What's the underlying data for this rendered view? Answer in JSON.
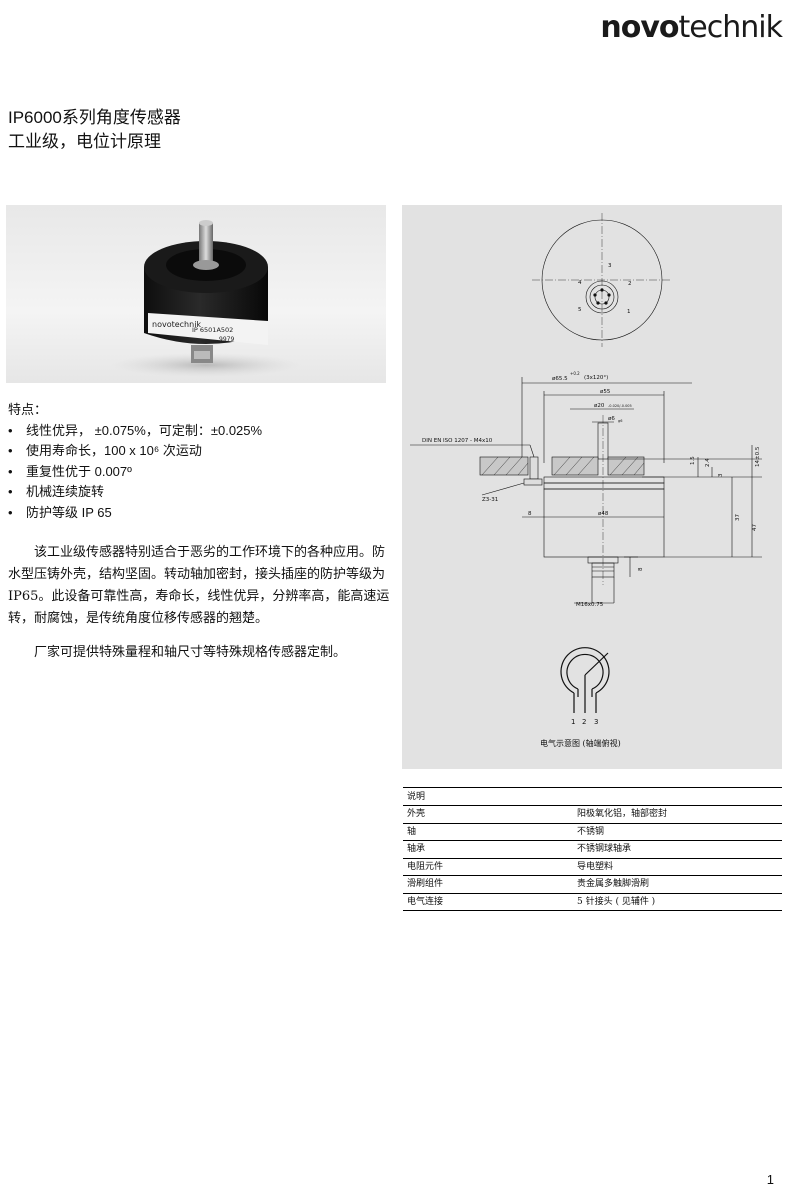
{
  "brand": {
    "bold": "novo",
    "light": "technik"
  },
  "title": {
    "line1": "IP6000系列角度传感器",
    "line2": "工业级，电位计原理"
  },
  "photo": {
    "label_text": "IP 6501A502",
    "label_serial": "9979",
    "brand_mark": "novotechnik"
  },
  "features": {
    "heading": "特点：",
    "items": [
      "线性优异， ±0.075%，可定制：±0.025%",
      "使用寿命长，100 x 10⁶ 次运动",
      "重复性优于 0.007º",
      "机械连续旋转",
      "防护等级 IP 65"
    ]
  },
  "description": {
    "para1": "该工业级传感器特别适合于恶劣的工作环境下的各种应用。防水型压铸外壳，结构坚固。转动轴加密封，接头插座的防护等级为 IP65。此设备可靠性高，寿命长，线性优异，分辨率高，能高速运转，耐腐蚀，是传统角度位移传感器的翘楚。",
    "para2": "厂家可提供特殊量程和轴尺寸等特殊规格传感器定制。"
  },
  "drawing": {
    "pins": [
      "1",
      "2",
      "3",
      "4",
      "5"
    ],
    "dims": {
      "d655": "ø65.5",
      "d655_tol": "+0.2",
      "angle": "(3x120°)",
      "d55": "ø55",
      "d20": "ø20",
      "d20_tol": "-0.020/-0.005",
      "d6": "ø6",
      "d6_tol": "g6",
      "din": "DIN EN ISO 1207 - M4x10",
      "z": "Z3-31",
      "d48": "ø48",
      "w8": "8",
      "h8": "8",
      "m16": "M16x0.75",
      "h14": "14±0.5",
      "h3": "3",
      "h24": "2.4",
      "h15": "1.5",
      "h37": "37",
      "h47": "47"
    },
    "circuit_pins": [
      "1",
      "2",
      "3"
    ],
    "caption": "电气示意图 (轴端俯视)"
  },
  "spec_table": {
    "header": "说明",
    "rows": [
      {
        "label": "外壳",
        "value": "阳极氧化铝，轴部密封"
      },
      {
        "label": "轴",
        "value": "不锈钢"
      },
      {
        "label": "轴承",
        "value": "不锈钢球轴承"
      },
      {
        "label": "电阻元件",
        "value": "导电塑料"
      },
      {
        "label": "滑刷组件",
        "value": "贵金属多触脚滑刷"
      },
      {
        "label": "电气连接",
        "value": "5 针接头 ( 见辅件 )"
      }
    ]
  },
  "page_number": "1"
}
